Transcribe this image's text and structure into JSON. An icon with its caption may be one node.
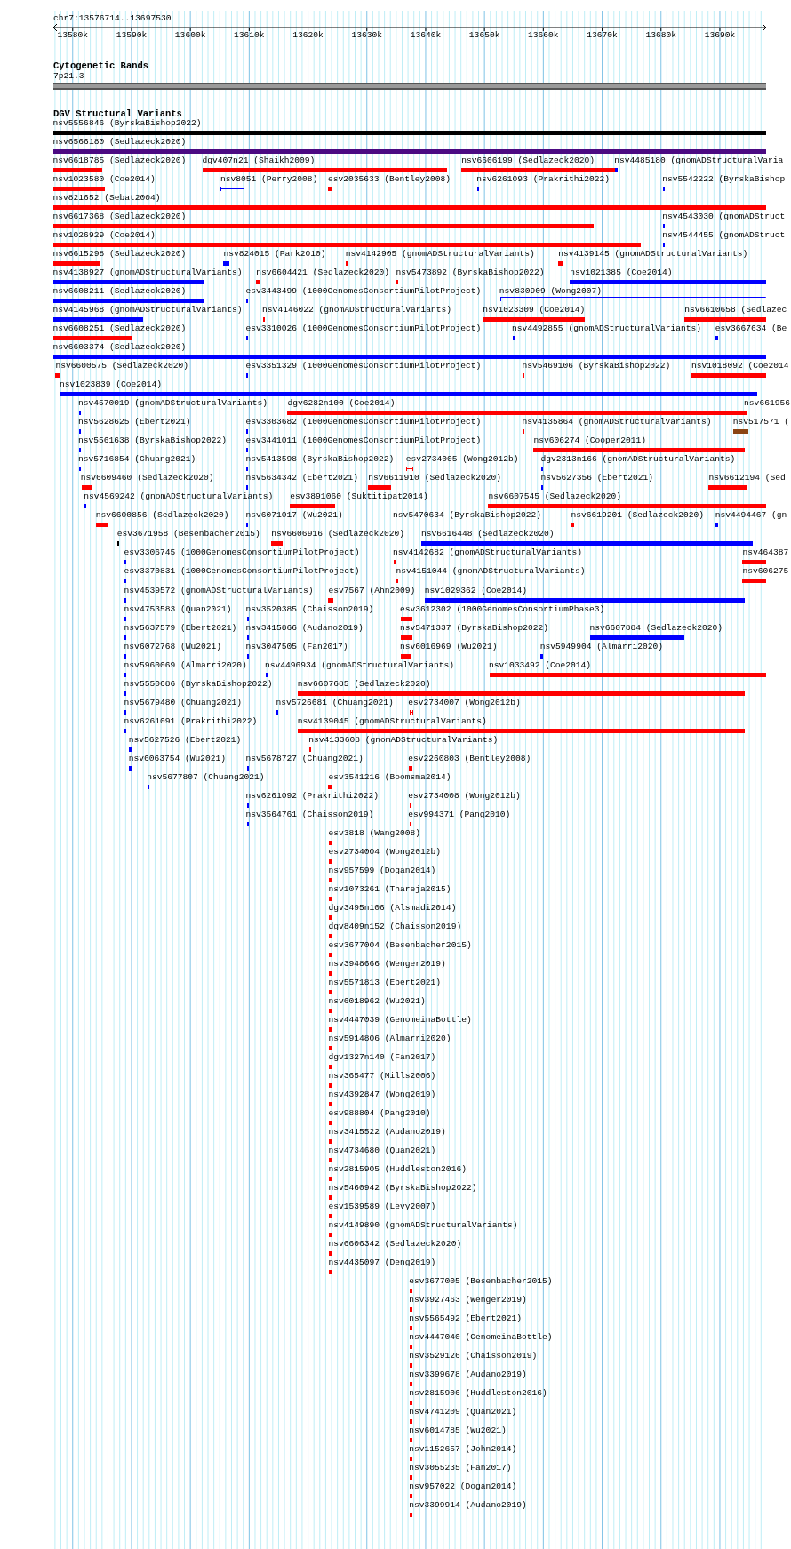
{
  "diagram": {
    "nodes": [
      {
        "text": [
          "nsv5556846 (ByrskaBishop2022)"
        ]
      },
      {
        "text": [
          "nsv6566180 (Sedlazeck2020)"
        ]
      },
      {
        "text": [
          "nsv6618785 (Sedlazeck2020)"
        ]
      },
      {
        "text": [
          "dgv407n21 (Shaikh2009)"
        ]
      },
      {
        "text": [
          "nsv6606199 (Sedlazeck2020)"
        ]
      },
      {
        "text": [
          "nsv4485180 (gnomADStructuralVaria"
        ]
      },
      {
        "text": [
          "nsv1023580 (Coe2014)"
        ]
      },
      {
        "text": [
          "nsv8051 (Perry2008)"
        ]
      },
      {
        "text": [
          "esv2035633 (Bentley2008)"
        ]
      },
      {
        "text": [
          "nsv6261093 (Prakrithi2022)"
        ]
      },
      {
        "text": [
          "nsv5542222 (ByrskaBishop"
        ]
      },
      {
        "text": [
          "nsv821652 (Sebat2004)"
        ]
      },
      {
        "text": [
          "nsv6617368 (Sedlazeck2020)"
        ]
      },
      {
        "text": [
          "nsv4543030 (gnomADStruct"
        ]
      },
      {
        "text": [
          "nsv1026929 (Coe2014)"
        ]
      },
      {
        "text": [
          "nsv4544455 (gnomADStruct"
        ]
      },
      {
        "text": [
          "nsv6615298 (Sedlazeck2020)"
        ]
      },
      {
        "text": [
          "nsv824015 (Park2010)"
        ]
      },
      {
        "text": [
          "nsv4142905 (gnomADStructuralVariants)"
        ]
      },
      {
        "text": [
          "nsv4139145 (gnomADStructuralVariants)"
        ]
      },
      {
        "text": [
          "nsv4138927 (gnomADStructuralVariants)"
        ]
      },
      {
        "text": [
          "nsv6604421 (Sedlazeck2020)"
        ]
      },
      {
        "text": [
          "nsv5473892 (ByrskaBishop2022)"
        ]
      },
      {
        "text": [
          "nsv1021385 (Coe2014)"
        ]
      },
      {
        "text": [
          "nsv6608211 (Sedlazeck2020)"
        ]
      },
      {
        "text": [
          "esv3443499 (1000GenomesConsortiumPilotProject)"
        ]
      },
      {
        "text": [
          "nsv830909 (Wong2007)"
        ]
      },
      {
        "text": [
          "nsv4145968 (gnomADStructuralVariants)"
        ]
      },
      {
        "text": [
          "nsv4146022 (gnomADStructuralVariants)"
        ]
      },
      {
        "text": [
          "nsv1023309 (Coe2014)"
        ]
      },
      {
        "text": [
          "nsv6610658 (Sedlazec"
        ]
      },
      {
        "text": [
          "nsv6608251 (Sedlazeck2020)"
        ]
      },
      {
        "text": [
          "esv3310026 (1000GenomesConsortiumPilotProject)"
        ]
      },
      {
        "text": [
          "nsv4492855 (gnomADStructuralVariants)"
        ]
      },
      {
        "text": [
          "esv3667634 (Be"
        ]
      },
      {
        "text": [
          "nsv6603374 (Sedlazeck2020)"
        ]
      },
      {
        "text": [
          "nsv6600575 (Sedlazeck2020)"
        ]
      },
      {
        "text": [
          "esv3351329 (1000GenomesConsortiumPilotProject)"
        ]
      },
      {
        "text": [
          "nsv5469106 (ByrskaBishop2022)"
        ]
      },
      {
        "text": [
          "nsv1018092 (Coe2014"
        ]
      },
      {
        "text": [
          "nsv1023839 (Coe2014)"
        ]
      },
      {
        "text": [
          "nsv4570019 (gnomADStructuralVariants)"
        ]
      },
      {
        "text": [
          "dgv6282n100 (Coe2014)"
        ]
      },
      {
        "text": [
          "nsv661956"
        ]
      },
      {
        "text": [
          "nsv5628625 (Ebert2021)"
        ]
      },
      {
        "text": [
          "esv3303682 (1000GenomesConsortiumPilotProject)"
        ]
      },
      {
        "text": [
          "nsv4135864 (gnomADStructuralVariants)"
        ]
      },
      {
        "text": [
          "nsv517571 ("
        ]
      },
      {
        "text": [
          "nsv5561638 (ByrskaBishop2022)"
        ]
      },
      {
        "text": [
          "esv3441011 (1000GenomesConsortiumPilotProject)"
        ]
      },
      {
        "text": [
          "nsv606274 (Cooper2011)"
        ]
      },
      {
        "text": [
          "nsv5716854 (Chuang2021)"
        ]
      },
      {
        "text": [
          "nsv5413598 (ByrskaBishop2022)"
        ]
      },
      {
        "text": [
          "esv2734005 (Wong2012b)"
        ]
      },
      {
        "text": [
          "dgv2313n166 (gnomADStructuralVariants)"
        ]
      },
      {
        "text": [
          "nsv6609460 (Sedlazeck2020)"
        ]
      },
      {
        "text": [
          "nsv5634342 (Ebert2021)"
        ]
      },
      {
        "text": [
          "nsv6611910 (Sedlazeck2020)"
        ]
      },
      {
        "text": [
          "nsv5627356 (Ebert2021)"
        ]
      },
      {
        "text": [
          "nsv6612194 (Sed"
        ]
      },
      {
        "text": [
          "nsv4569242 (gnomADStructuralVariants)"
        ]
      },
      {
        "text": [
          "esv3891060 (Suktitipat2014)"
        ]
      },
      {
        "text": [
          "nsv6607545 (Sedlazeck2020)"
        ]
      },
      {
        "text": [
          "nsv6600856 (Sedlazeck2020)"
        ]
      },
      {
        "text": [
          "nsv6071017 (Wu2021)"
        ]
      },
      {
        "text": [
          "nsv5470634 (ByrskaBishop2022)"
        ]
      },
      {
        "text": [
          "nsv6619201 (Sedlazeck2020)"
        ]
      },
      {
        "text": [
          "nsv4494467 (gn"
        ]
      },
      {
        "text": [
          "esv3671958 (Besenbacher2015)"
        ]
      },
      {
        "text": [
          "nsv6606916 (Sedlazeck2020)"
        ]
      },
      {
        "text": [
          "nsv6616448 (Sedlazeck2020)"
        ]
      },
      {
        "text": [
          "esv3306745 (1000GenomesConsortiumPilotProject)"
        ]
      },
      {
        "text": [
          "nsv4142682 (gnomADStructuralVariants)"
        ]
      },
      {
        "text": [
          "nsv464387"
        ]
      },
      {
        "text": [
          "esv3370831 (1000GenomesConsortiumPilotProject)"
        ]
      },
      {
        "text": [
          "nsv4151044 (gnomADStructuralVariants)"
        ]
      },
      {
        "text": [
          "nsv606275"
        ]
      },
      {
        "text": [
          "nsv4539572 (gnomADStructuralVariants)"
        ]
      },
      {
        "text": [
          "esv7567 (Ahn2009)"
        ]
      },
      {
        "text": [
          "nsv1029362 (Coe2014)"
        ]
      },
      {
        "text": [
          "nsv4753583 (Quan2021)"
        ]
      },
      {
        "text": [
          "nsv3520385 (Chaisson2019)"
        ]
      },
      {
        "text": [
          "esv3612302 (1000GenomesConsortiumPhase3)"
        ]
      },
      {
        "text": [
          "nsv5637579 (Ebert2021)"
        ]
      },
      {
        "text": [
          "nsv3415866 (Audano2019)"
        ]
      },
      {
        "text": [
          "nsv5471337 (ByrskaBishop2022)"
        ]
      },
      {
        "text": [
          "nsv6607884 (Sedlazeck2020)"
        ]
      },
      {
        "text": [
          "nsv6072768 (Wu2021)"
        ]
      },
      {
        "text": [
          "nsv3047505 (Fan2017)"
        ]
      },
      {
        "text": [
          "nsv6016969 (Wu2021)"
        ]
      },
      {
        "text": [
          "nsv5949904 (Almarri2020)"
        ]
      },
      {
        "text": [
          "nsv5960069 (Almarri2020)"
        ]
      },
      {
        "text": [
          "nsv4496934 (gnomADStructuralVariants)"
        ]
      },
      {
        "text": [
          "nsv1033492 (Coe2014)"
        ]
      },
      {
        "text": [
          "nsv5550686 (ByrskaBishop2022)"
        ]
      },
      {
        "text": [
          "nsv6607685 (Sedlazeck2020)"
        ]
      },
      {
        "text": [
          "nsv5679480 (Chuang2021)"
        ]
      },
      {
        "text": [
          "nsv5726681 (Chuang2021)"
        ]
      },
      {
        "text": [
          "esv2734007 (Wong2012b)"
        ]
      },
      {
        "text": [
          "nsv6261091 (Prakrithi2022)"
        ]
      },
      {
        "text": [
          "nsv4139045 (gnomADStructuralVariants)"
        ]
      },
      {
        "text": [
          "nsv5627526 (Ebert2021)"
        ]
      },
      {
        "text": [
          "nsv4133608 (gnomADStructuralVariants)"
        ]
      },
      {
        "text": [
          "nsv6063754 (Wu2021)"
        ]
      },
      {
        "text": [
          "nsv5678727 (Chuang2021)"
        ]
      },
      {
        "text": [
          "esv2260803 (Bentley2008)"
        ]
      },
      {
        "text": [
          "nsv5677807 (Chuang2021)"
        ]
      },
      {
        "text": [
          "esv3541216 (Boomsma2014)"
        ]
      },
      {
        "text": [
          "nsv6261092 (Prakrithi2022)"
        ]
      },
      {
        "text": [
          "esv2734008 (Wong2012b)"
        ]
      },
      {
        "text": [
          "nsv3564761 (Chaisson2019)"
        ]
      },
      {
        "text": [
          "esv994371 (Pang2010)"
        ]
      },
      {
        "text": [
          "esv3818 (Wang2008)"
        ]
      },
      {
        "text": [
          "esv2734004 (Wong2012b)"
        ]
      },
      {
        "text": [
          "nsv957599 (Dogan2014)"
        ]
      },
      {
        "text": [
          "nsv1073261 (Thareja2015)"
        ]
      },
      {
        "text": [
          "dgv3495n106 (Alsmadi2014)"
        ]
      },
      {
        "text": [
          "dgv8409n152 (Chaisson2019)"
        ]
      },
      {
        "text": [
          "esv3677004 (Besenbacher2015)"
        ]
      },
      {
        "text": [
          "nsv3948666 (Wenger2019)"
        ]
      },
      {
        "text": [
          "nsv5571813 (Ebert2021)"
        ]
      },
      {
        "text": [
          "nsv6018962 (Wu2021)"
        ]
      },
      {
        "text": [
          "nsv4447039 (GenomeinaBottle)"
        ]
      },
      {
        "text": [
          "nsv5914806 (Almarri2020)"
        ]
      },
      {
        "text": [
          "dgv1327n140 (Fan2017)"
        ]
      },
      {
        "text": [
          "nsv365477 (Mills2006)"
        ]
      },
      {
        "text": [
          "nsv4392847 (Wong2019)"
        ]
      },
      {
        "text": [
          "esv988804 (Pang2010)"
        ]
      },
      {
        "text": [
          "nsv3415522 (Audano2019)"
        ]
      },
      {
        "text": [
          "nsv4734680 (Quan2021)"
        ]
      },
      {
        "text": [
          "nsv2815905 (Huddleston2016)"
        ]
      },
      {
        "text": [
          "nsv5460942 (ByrskaBishop2022)"
        ]
      },
      {
        "text": [
          "esv1539589 (Levy2007)"
        ]
      },
      {
        "text": [
          "nsv4149890 (gnomADStructuralVariants)"
        ]
      },
      {
        "text": [
          "nsv6606342 (Sedlazeck2020)"
        ]
      },
      {
        "text": [
          "nsv4435097 (Deng2019)"
        ]
      },
      {
        "text": [
          "esv3677005 (Besenbacher2015)"
        ]
      },
      {
        "text": [
          "nsv3927463 (Wenger2019)"
        ]
      },
      {
        "text": [
          "nsv5565492 (Ebert2021)"
        ]
      },
      {
        "text": [
          "nsv4447040 (GenomeinaBottle)"
        ]
      },
      {
        "text": [
          "nsv3529126 (Chaisson2019)"
        ]
      },
      {
        "text": [
          "nsv3399678 (Audano2019)"
        ]
      },
      {
        "text": [
          "nsv2815906 (Huddleston2016)"
        ]
      },
      {
        "text": [
          "nsv4741209 (Quan2021)"
        ]
      },
      {
        "text": [
          "nsv6014785 (Wu2021)"
        ]
      },
      {
        "text": [
          "nsv1152657 (John2014)"
        ]
      },
      {
        "text": [
          "nsv3055235 (Fan2017)"
        ]
      },
      {
        "text": [
          "nsv957022 (Dogan2014)"
        ]
      },
      {
        "text": [
          "nsv3399914 (Audano2019)"
        ]
      }
    ],
    "labels": [
      "chr7:13576714..13697530",
      "13580k",
      "13590k",
      "13600k",
      "13610k",
      "13620k",
      "13630k",
      "13640k",
      "13650k",
      "13660k",
      "13670k",
      "13680k",
      "13690k",
      "Cytogenetic Bands",
      "7p21.3",
      "DGV Structural Variants"
    ]
  }
}
